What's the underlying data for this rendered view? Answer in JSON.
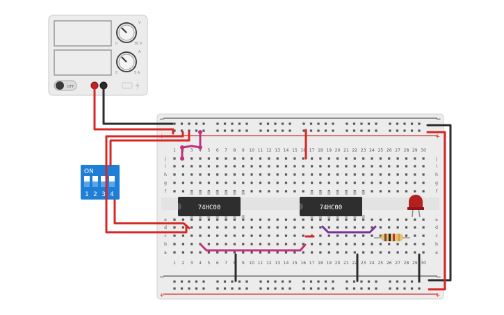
{
  "power_supply": {
    "switch_label": "OFF",
    "knob1": {
      "mark_top": "V",
      "mark_left": "0",
      "mark_right": "30 V"
    },
    "knob2": {
      "mark_top": "A",
      "mark_left": "0",
      "mark_right": "5 A"
    }
  },
  "breadboard": {
    "columns": [
      "1",
      "2",
      "3",
      "4",
      "5",
      "6",
      "7",
      "8",
      "9",
      "10",
      "11",
      "12",
      "13",
      "14",
      "15",
      "16",
      "17",
      "18",
      "19",
      "20",
      "21",
      "22",
      "23",
      "24",
      "25",
      "26",
      "27",
      "28",
      "29",
      "30"
    ],
    "rows_top": [
      "j",
      "i",
      "h",
      "g",
      "f"
    ],
    "rows_bottom": [
      "e",
      "d",
      "c",
      "b",
      "a"
    ],
    "rail_minus": "−",
    "rail_plus": "+"
  },
  "chips": [
    {
      "label": "74HC00"
    },
    {
      "label": "74HC00"
    }
  ],
  "dip_switch": {
    "on_label": "ON",
    "numbers": [
      "1",
      "2",
      "3",
      "4"
    ]
  },
  "colors": {
    "breadboard": "#ececec",
    "rail_red": "#d62e2e",
    "rail_black": "#333333",
    "wire_red": "#d62626",
    "wire_black": "#2b2b2b",
    "wire_magenta": "#c0327a",
    "wire_purple": "#7b2f9a",
    "chip": "#2e2e2e",
    "dip": "#1f7fd6",
    "led": "#b51f1f"
  }
}
